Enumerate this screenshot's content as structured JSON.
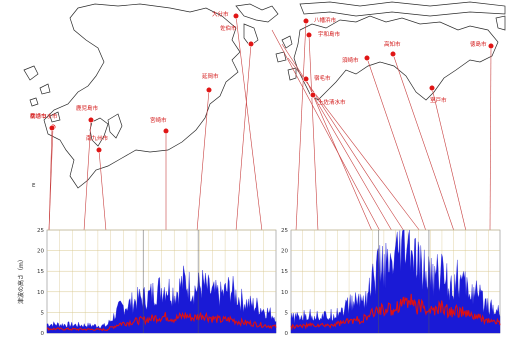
{
  "colors": {
    "upper_band": "#1a1ad6",
    "median_line": "#e01010",
    "leader_line": "#c84040",
    "marker": "#e01515",
    "coast": "#2a2a2a",
    "grid": "#d8c890"
  },
  "map": {
    "cities": [
      {
        "label": "枕崎市"
      },
      {
        "label": "南さつま市"
      },
      {
        "label": "鹿児島市"
      },
      {
        "label": "南九州市"
      },
      {
        "label": "宮崎市"
      },
      {
        "label": "延岡市"
      },
      {
        "label": "佐伯市"
      },
      {
        "label": "大分市"
      },
      {
        "label": "八幡浜市"
      },
      {
        "label": "宇和島市"
      },
      {
        "label": "宿毛市"
      },
      {
        "label": "土佐清水市"
      },
      {
        "label": "須崎市"
      },
      {
        "label": "高知市"
      },
      {
        "label": "室戸市"
      },
      {
        "label": "徳島市"
      }
    ],
    "scale_mark": "E"
  },
  "chart_data": [
    {
      "type": "area",
      "ylabel": "津波の高さ（m）",
      "ylim": [
        0,
        25
      ],
      "yticks": [
        0,
        5,
        10,
        15,
        20,
        25
      ],
      "series": [
        {
          "role": "maximum",
          "x": [
            0.0,
            0.15,
            0.26,
            0.32,
            0.36,
            0.4,
            0.44,
            0.48,
            0.52,
            0.56,
            0.6,
            0.64,
            0.68,
            0.72,
            0.76,
            0.8,
            0.84,
            0.88,
            0.92,
            0.96,
            1.0
          ],
          "values": [
            2.5,
            2.2,
            2.0,
            7.0,
            8.0,
            9.5,
            10.0,
            12.0,
            13.0,
            11.0,
            14.5,
            12.0,
            13.5,
            11.0,
            10.5,
            12.5,
            9.5,
            8.0,
            7.5,
            6.0,
            4.5
          ]
        },
        {
          "role": "median",
          "x": [
            0.0,
            0.15,
            0.26,
            0.32,
            0.36,
            0.4,
            0.44,
            0.48,
            0.52,
            0.56,
            0.6,
            0.64,
            0.68,
            0.72,
            0.76,
            0.8,
            0.84,
            0.88,
            0.92,
            0.96,
            1.0
          ],
          "values": [
            1.0,
            0.9,
            0.8,
            2.3,
            2.6,
            3.0,
            3.3,
            3.8,
            4.0,
            3.4,
            4.3,
            3.6,
            4.5,
            3.6,
            3.1,
            3.3,
            2.7,
            2.4,
            2.1,
            1.8,
            1.5
          ]
        }
      ]
    },
    {
      "type": "area",
      "ylim": [
        0,
        25
      ],
      "yticks": [
        0,
        5,
        10,
        15,
        20,
        25
      ],
      "series": [
        {
          "role": "maximum",
          "x": [
            0.0,
            0.1,
            0.18,
            0.24,
            0.3,
            0.36,
            0.4,
            0.44,
            0.48,
            0.52,
            0.56,
            0.6,
            0.64,
            0.68,
            0.72,
            0.76,
            0.8,
            0.84,
            0.88,
            0.92,
            0.96,
            1.0
          ],
          "values": [
            4.0,
            5.0,
            4.5,
            6.5,
            8.5,
            10.0,
            16.0,
            19.0,
            17.0,
            22.0,
            24.0,
            19.0,
            17.0,
            15.0,
            18.0,
            13.5,
            15.0,
            12.5,
            11.0,
            9.0,
            7.5,
            6.0
          ]
        },
        {
          "role": "median",
          "x": [
            0.0,
            0.1,
            0.18,
            0.24,
            0.3,
            0.36,
            0.4,
            0.44,
            0.48,
            0.52,
            0.56,
            0.6,
            0.64,
            0.68,
            0.72,
            0.76,
            0.8,
            0.84,
            0.88,
            0.92,
            0.96,
            1.0
          ],
          "values": [
            1.5,
            1.9,
            1.8,
            2.5,
            3.0,
            3.5,
            5.0,
            6.0,
            5.5,
            7.0,
            8.5,
            6.5,
            6.0,
            5.2,
            6.3,
            5.0,
            5.5,
            4.5,
            4.0,
            3.3,
            2.8,
            2.4
          ]
        }
      ]
    }
  ]
}
